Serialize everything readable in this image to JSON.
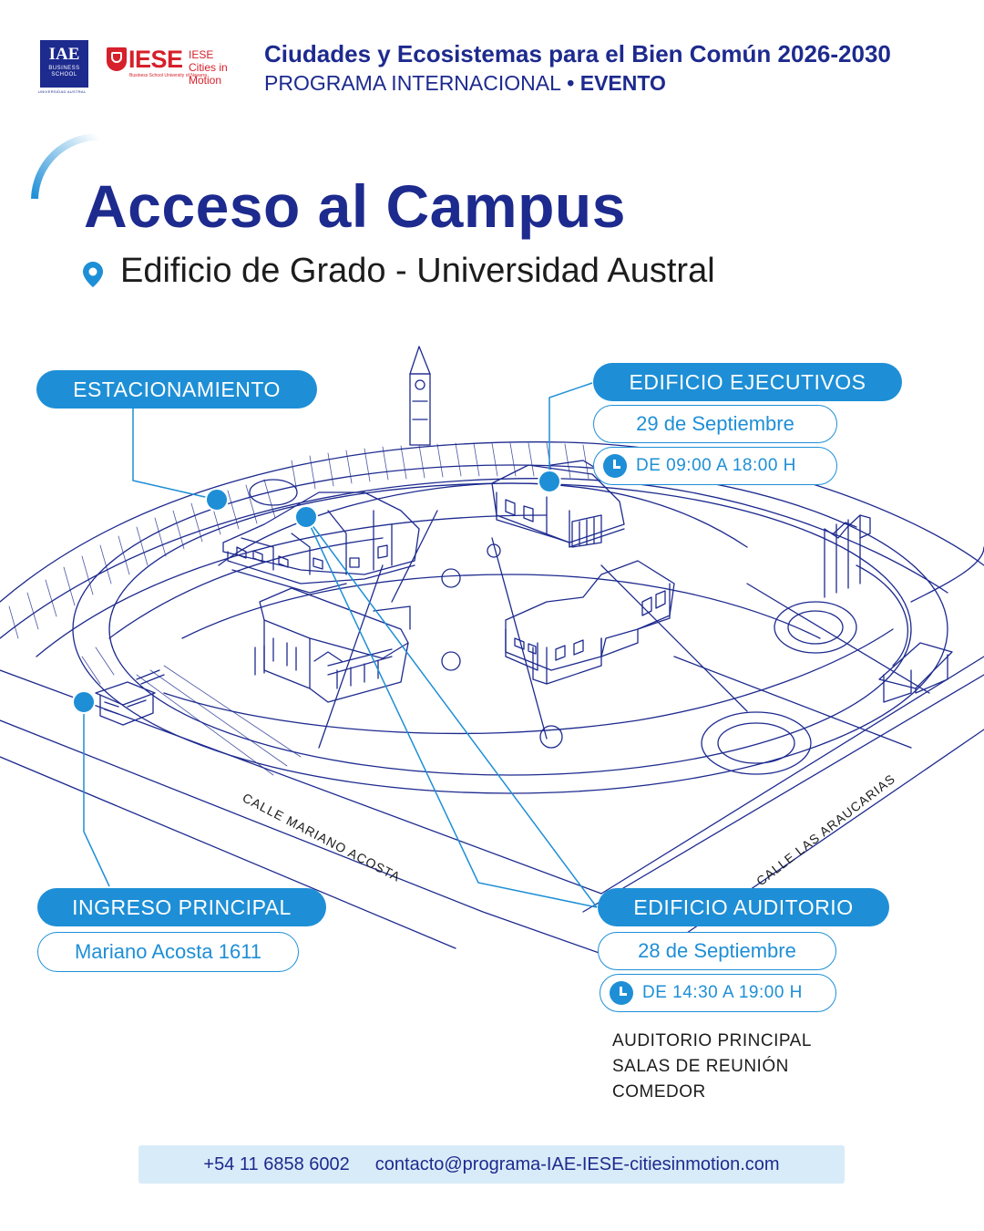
{
  "header": {
    "iae_logo_line1": "IAE",
    "iae_logo_line2": "BUSINESS SCHOOL",
    "iae_tagline": "UNIVERSIDAD AUSTRAL",
    "iese_logo": "IESE",
    "iese_logo_sub": "Business School University of Navarra",
    "cities_logo": "IESE Cities in Motion",
    "title": "Ciudades y Ecosistemas para el Bien Común 2026-2030",
    "subtitle_left": "PROGRAMA INTERNACIONAL",
    "subtitle_sep": " • ",
    "subtitle_right": "EVENTO"
  },
  "page": {
    "title": "Acceso al Campus",
    "location": "Edificio de Grado - Universidad Austral"
  },
  "map": {
    "street_1": "CALLE MARIANO ACOSTA",
    "street_2": "CALLE LAS ARAUCARIAS",
    "markers": [
      {
        "label": "ESTACIONAMIENTO"
      },
      {
        "label": "EDIFICIO EJECUTIVOS",
        "date": "29 de Septiembre",
        "time": "DE 09:00 A 18:00 H"
      },
      {
        "label": "INGRESO PRINCIPAL",
        "address": "Mariano Acosta 1611"
      },
      {
        "label": "EDIFICIO AUDITORIO",
        "date": "28 de Septiembre",
        "time": "DE 14:30 A 19:00 H",
        "facilities": [
          "AUDITORIO PRINCIPAL",
          "SALAS DE REUNIÓN",
          "COMEDOR"
        ]
      }
    ]
  },
  "footer": {
    "phone": "+54 11 6858 6002",
    "email": "contacto@programa-IAE-IESE-citiesinmotion.com"
  },
  "colors": {
    "navy": "#1d2a8e",
    "accent_blue": "#1e8fd6",
    "brand_red": "#d6202b",
    "footer_bg": "#d8ebf8"
  },
  "icons": [
    "location-pin-icon",
    "clock-icon",
    "iese-shield-icon"
  ]
}
